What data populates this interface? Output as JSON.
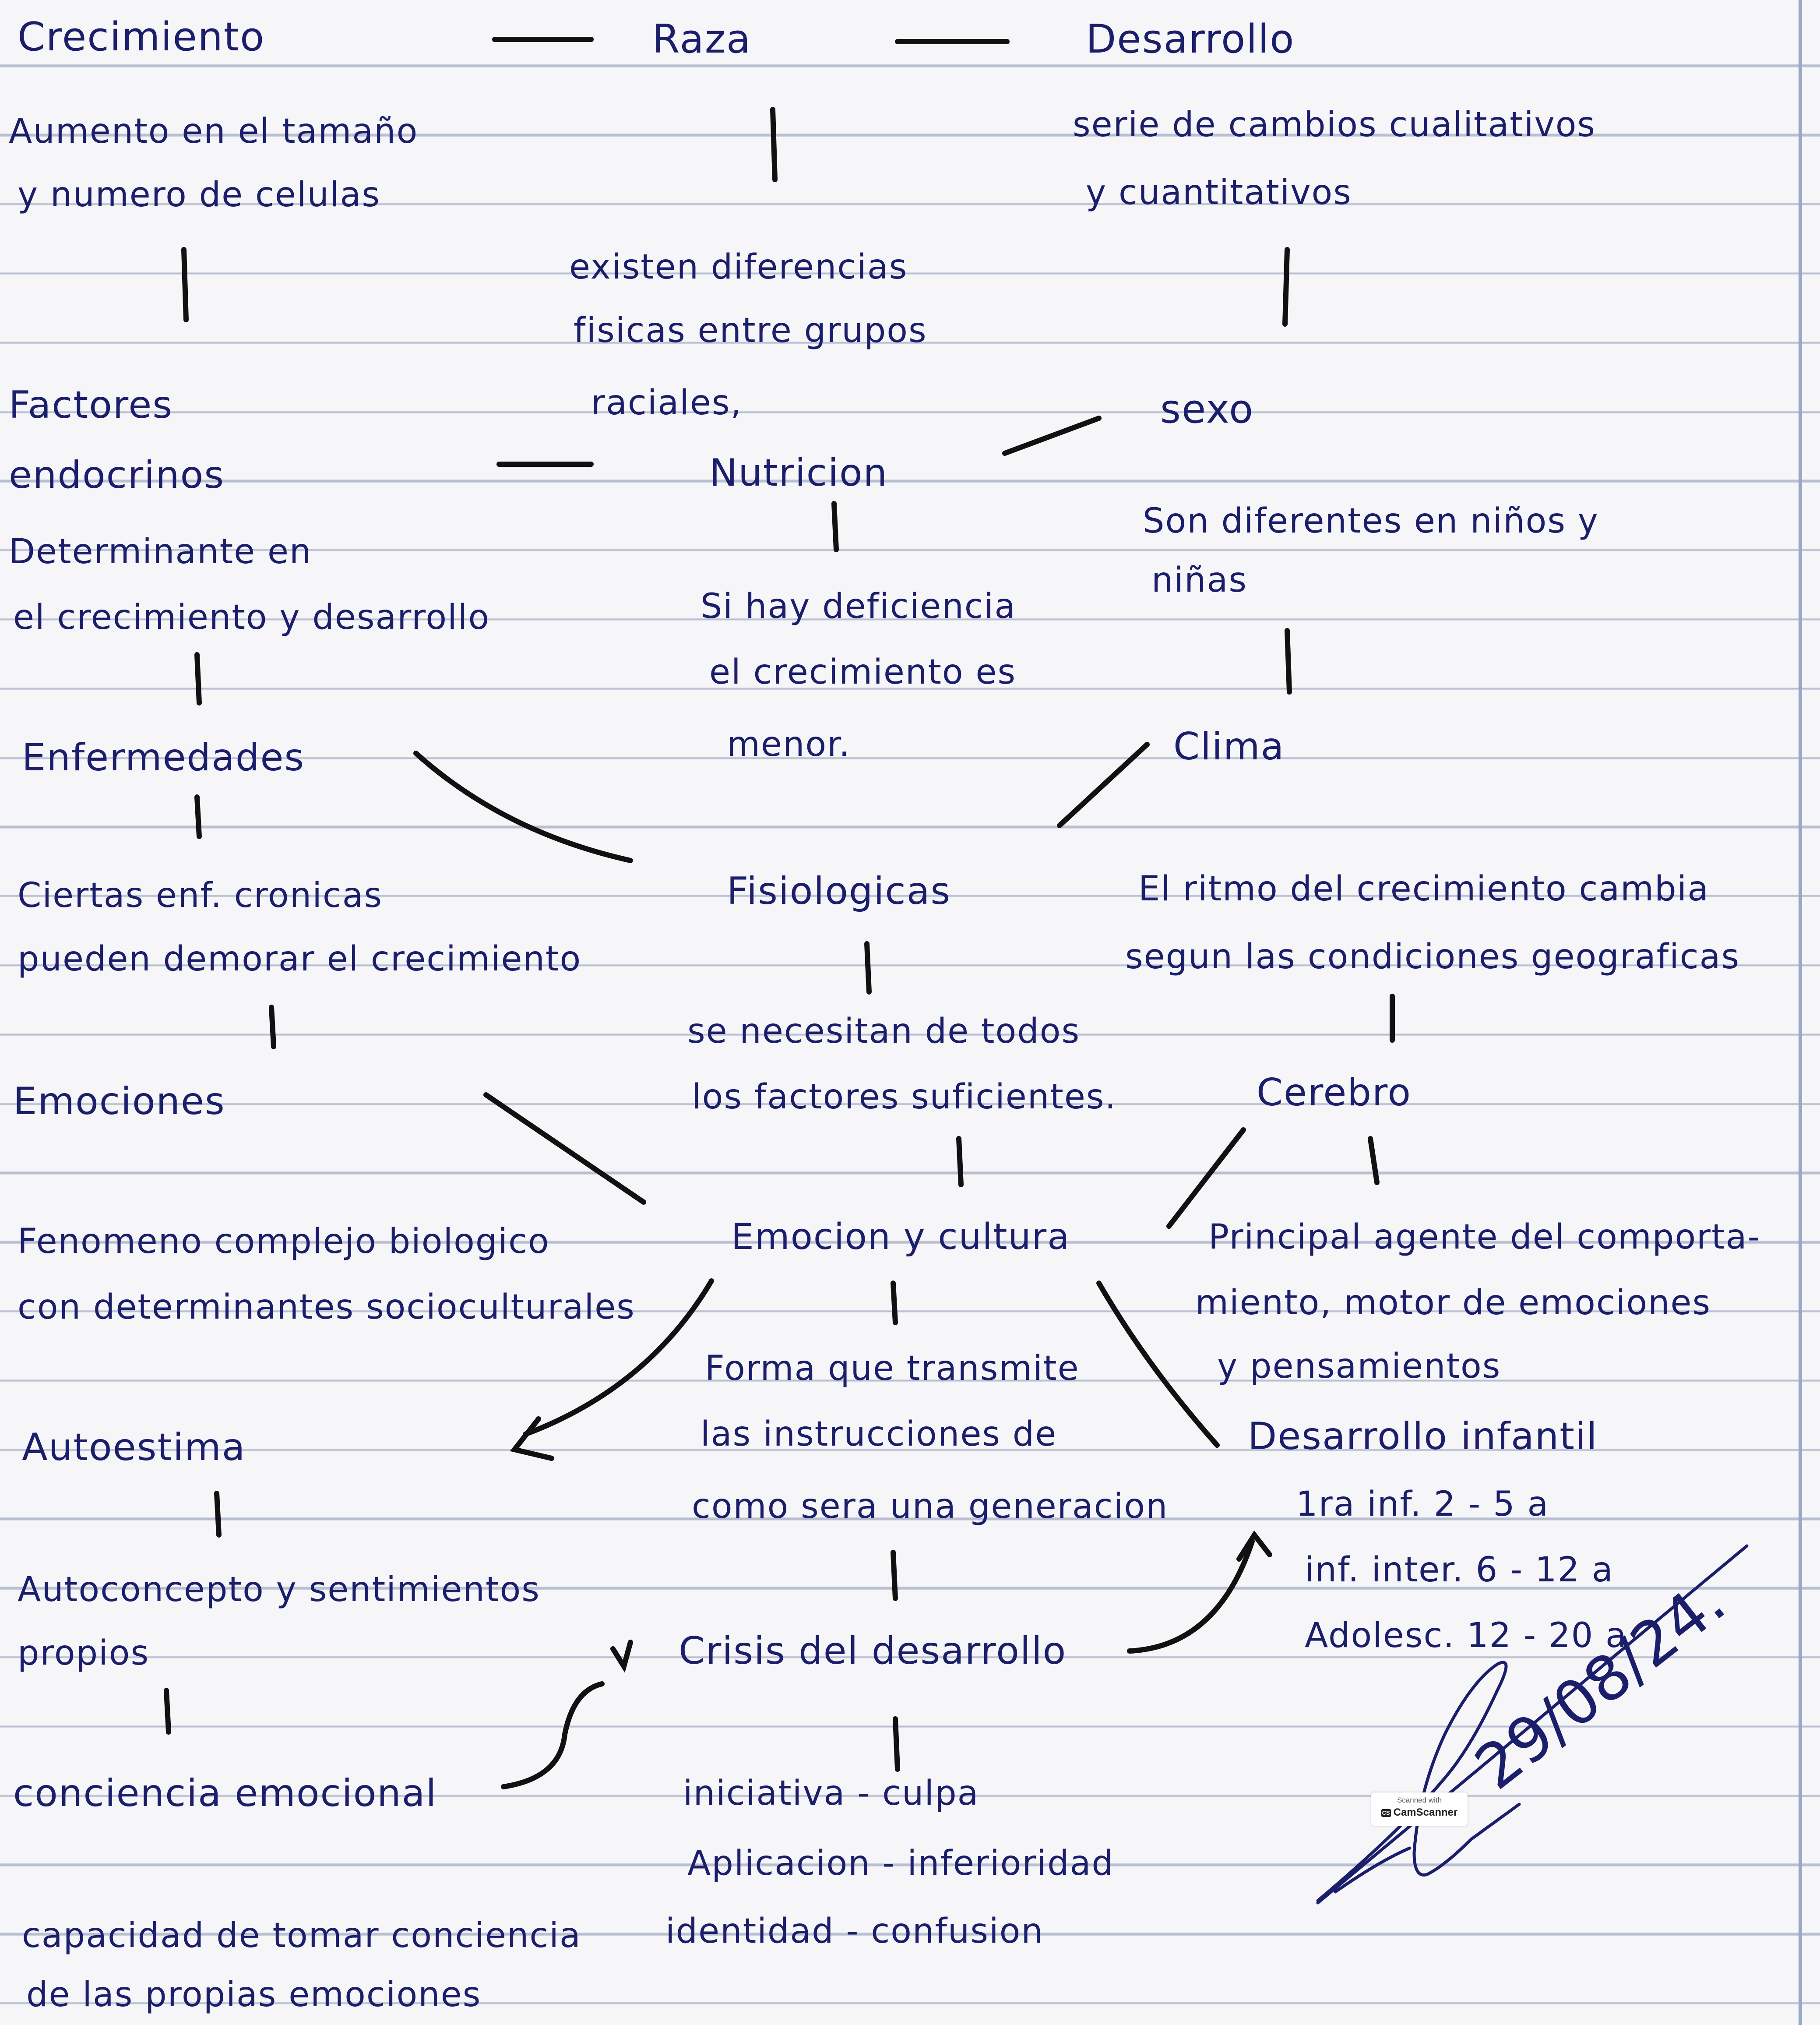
{
  "notes": {
    "crecimiento": "Crecimiento",
    "raza": "Raza",
    "desarrollo": "Desarrollo",
    "crecimiento_def_1": "Aumento en el tamaño",
    "crecimiento_def_2": "y numero de celulas",
    "desarrollo_def_1": "serie de cambios cualitativos",
    "desarrollo_def_2": "y cuantitativos",
    "raza_def_1": "existen diferencias",
    "raza_def_2": "fisicas entre grupos",
    "raza_def_3": "raciales,",
    "factores_1": "Factores",
    "factores_2": "endocrinos",
    "nutricion": "Nutricion",
    "sexo": "sexo",
    "factores_def_1": "Determinante en",
    "factores_def_2": "el crecimiento y desarrollo",
    "sexo_def_1": "Son diferentes en niños y",
    "sexo_def_2": "niñas",
    "nutricion_def_1": "Si hay deficiencia",
    "nutricion_def_2": "el crecimiento es",
    "nutricion_def_3": "menor.",
    "enfermedades": "Enfermedades",
    "clima": "Clima",
    "enf_def_1": "Ciertas enf. cronicas",
    "enf_def_2": "pueden demorar el crecimiento",
    "fisiologicas": "Fisiologicas",
    "clima_def_1": "El ritmo del crecimiento cambia",
    "clima_def_2": "segun las condiciones geograficas",
    "fisio_def_1": "se necesitan de todos",
    "fisio_def_2": "los factores suficientes.",
    "emociones": "Emociones",
    "cerebro": "Cerebro",
    "emociones_def_1": "Fenomeno complejo biologico",
    "emociones_def_2": "con determinantes socioculturales",
    "emocion_cultura": "Emocion y cultura",
    "cerebro_def_1": "Principal agente del comporta-",
    "cerebro_def_2": "miento, motor de emociones",
    "cerebro_def_3": "y pensamientos",
    "cultura_def_1": "Forma que transmite",
    "cultura_def_2": "las instrucciones de",
    "cultura_def_3": "como sera una generacion",
    "autoestima": "Autoestima",
    "des_infantil": "Desarrollo infantil",
    "infancia_1": "1ra inf. 2 - 5 a",
    "infancia_2": "inf. inter. 6 - 12 a",
    "infancia_3": "Adolesc. 12 - 20 a",
    "autoestima_def_1": "Autoconcepto y sentimientos",
    "autoestima_def_2": "propios",
    "crisis": "Crisis del desarrollo",
    "conciencia": "conciencia emocional",
    "crisis_def_1": "iniciativa - culpa",
    "crisis_def_2": "Aplicacion - inferioridad",
    "crisis_def_3": "identidad - confusion",
    "conciencia_def_1": "capacidad de tomar conciencia",
    "conciencia_def_2": "de las propias emociones"
  },
  "signature": {
    "date": "29/08/24."
  },
  "scanner": {
    "line1": "Scanned with",
    "line2": "CamScanner"
  }
}
